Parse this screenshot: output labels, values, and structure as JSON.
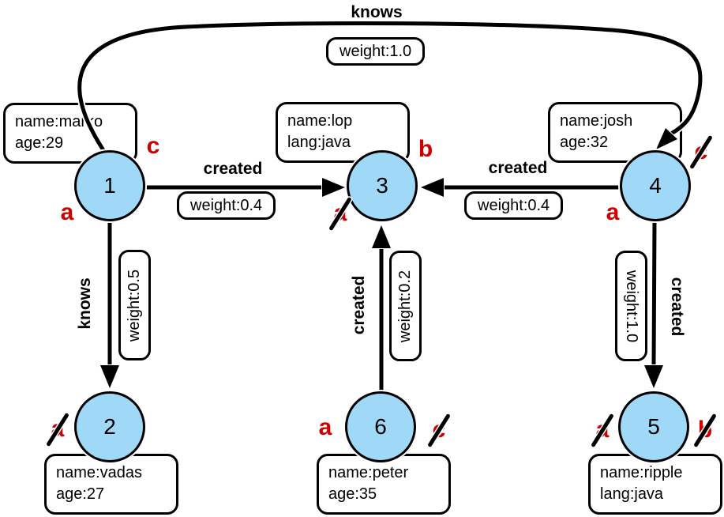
{
  "colors": {
    "node_fill": "#A0D8F8",
    "node_border": "#000000",
    "marker_red": "#CC0000",
    "background": "#FFFFFF"
  },
  "nodes": [
    {
      "id": "1",
      "props": [
        "name:marko",
        "age:29"
      ]
    },
    {
      "id": "2",
      "props": [
        "name:vadas",
        "age:27"
      ]
    },
    {
      "id": "3",
      "props": [
        "name:lop",
        "lang:java"
      ]
    },
    {
      "id": "4",
      "props": [
        "name:josh",
        "age:32"
      ]
    },
    {
      "id": "5",
      "props": [
        "name:ripple",
        "lang:java"
      ]
    },
    {
      "id": "6",
      "props": [
        "name:peter",
        "age:35"
      ]
    }
  ],
  "edges": [
    {
      "from": "1",
      "to": "4",
      "label": "knows",
      "weight": "weight:1.0"
    },
    {
      "from": "1",
      "to": "3",
      "label": "created",
      "weight": "weight:0.4"
    },
    {
      "from": "4",
      "to": "3",
      "label": "created",
      "weight": "weight:0.4"
    },
    {
      "from": "1",
      "to": "2",
      "label": "knows",
      "weight": "weight:0.5"
    },
    {
      "from": "6",
      "to": "3",
      "label": "created",
      "weight": "weight:0.2"
    },
    {
      "from": "4",
      "to": "5",
      "label": "created",
      "weight": "weight:1.0"
    }
  ],
  "markers": [
    {
      "node": "1",
      "letter": "c",
      "struck": false
    },
    {
      "node": "1",
      "letter": "a",
      "struck": false
    },
    {
      "node": "3",
      "letter": "b",
      "struck": false
    },
    {
      "node": "3",
      "letter": "a",
      "struck": true
    },
    {
      "node": "4",
      "letter": "c",
      "struck": true
    },
    {
      "node": "4",
      "letter": "a",
      "struck": false
    },
    {
      "node": "2",
      "letter": "a",
      "struck": true
    },
    {
      "node": "6",
      "letter": "a",
      "struck": false
    },
    {
      "node": "6",
      "letter": "c",
      "struck": true
    },
    {
      "node": "5",
      "letter": "a",
      "struck": true
    },
    {
      "node": "5",
      "letter": "b",
      "struck": true
    }
  ]
}
